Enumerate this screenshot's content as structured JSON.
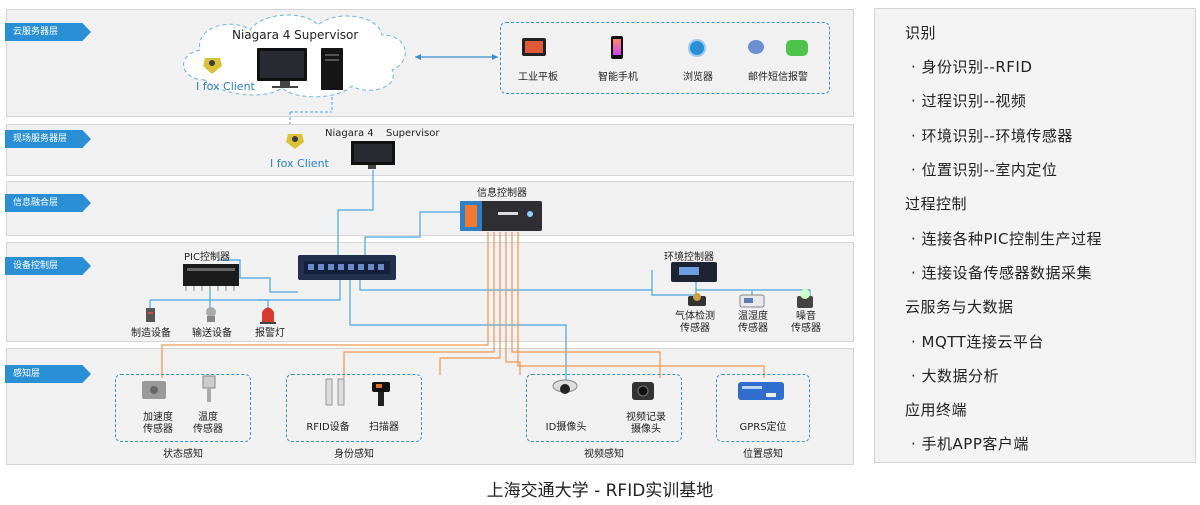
{
  "layers": [
    {
      "key": "cloud",
      "tag": "云服务器层"
    },
    {
      "key": "site",
      "tag": "现场服务器层"
    },
    {
      "key": "fusion",
      "tag": "信息融合层"
    },
    {
      "key": "device",
      "tag": "设备控制层"
    },
    {
      "key": "sense",
      "tag": "感知层"
    }
  ],
  "cloud": {
    "supervisor": "Niagara 4 Supervisor",
    "client": "I fox Client",
    "terminals": [
      "工业平板",
      "智能手机",
      "浏览器",
      "邮件短信报警"
    ]
  },
  "site": {
    "niagara": "Niagara 4",
    "supervisor": "Supervisor",
    "client": "I fox Client"
  },
  "fusion": {
    "controller": "信息控制器"
  },
  "device": {
    "pic": "PIC控制器",
    "pic_items": [
      "制造设备",
      "输送设备",
      "报警灯"
    ],
    "env": "环境控制器",
    "env_items": [
      [
        "气体检测",
        "传感器"
      ],
      [
        "温湿度",
        "传感器"
      ],
      [
        "噪音",
        "传感器"
      ]
    ]
  },
  "sense": {
    "groups": [
      {
        "label": "状态感知",
        "items": [
          [
            "加速度",
            "传感器"
          ],
          [
            "温度",
            "传感器"
          ]
        ]
      },
      {
        "label": "身份感知",
        "items": [
          [
            "RFID设备"
          ],
          [
            "扫描器"
          ]
        ]
      },
      {
        "label": "视频感知",
        "items": [
          [
            "ID摄像头"
          ],
          [
            "视频记录",
            "摄像头"
          ]
        ]
      },
      {
        "label": "位置感知",
        "items": [
          [
            "GPRS定位"
          ]
        ]
      }
    ]
  },
  "panel": [
    {
      "text": "识别",
      "sub": false
    },
    {
      "text": "· 身份识别--RFID",
      "sub": true
    },
    {
      "text": "· 过程识别--视频",
      "sub": true
    },
    {
      "text": "· 环境识别--环境传感器",
      "sub": true
    },
    {
      "text": "· 位置识别--室内定位",
      "sub": true
    },
    {
      "text": "过程控制",
      "sub": false
    },
    {
      "text": "· 连接各种PIC控制生产过程",
      "sub": true
    },
    {
      "text": "· 连接设备传感器数据采集",
      "sub": true
    },
    {
      "text": "云服务与大数据",
      "sub": false
    },
    {
      "text": "· MQTT连接云平台",
      "sub": true
    },
    {
      "text": "· 大数据分析",
      "sub": true
    },
    {
      "text": "应用终端",
      "sub": false
    },
    {
      "text": "· 手机APP客户端",
      "sub": true
    }
  ],
  "footer": "上海交通大学 - RFID实训基地",
  "colors": {
    "accent": "#2b8fd6",
    "link_blue": "#49a6e0",
    "link_orange": "#f0964f",
    "layer_bg": "#f1f1f2"
  }
}
